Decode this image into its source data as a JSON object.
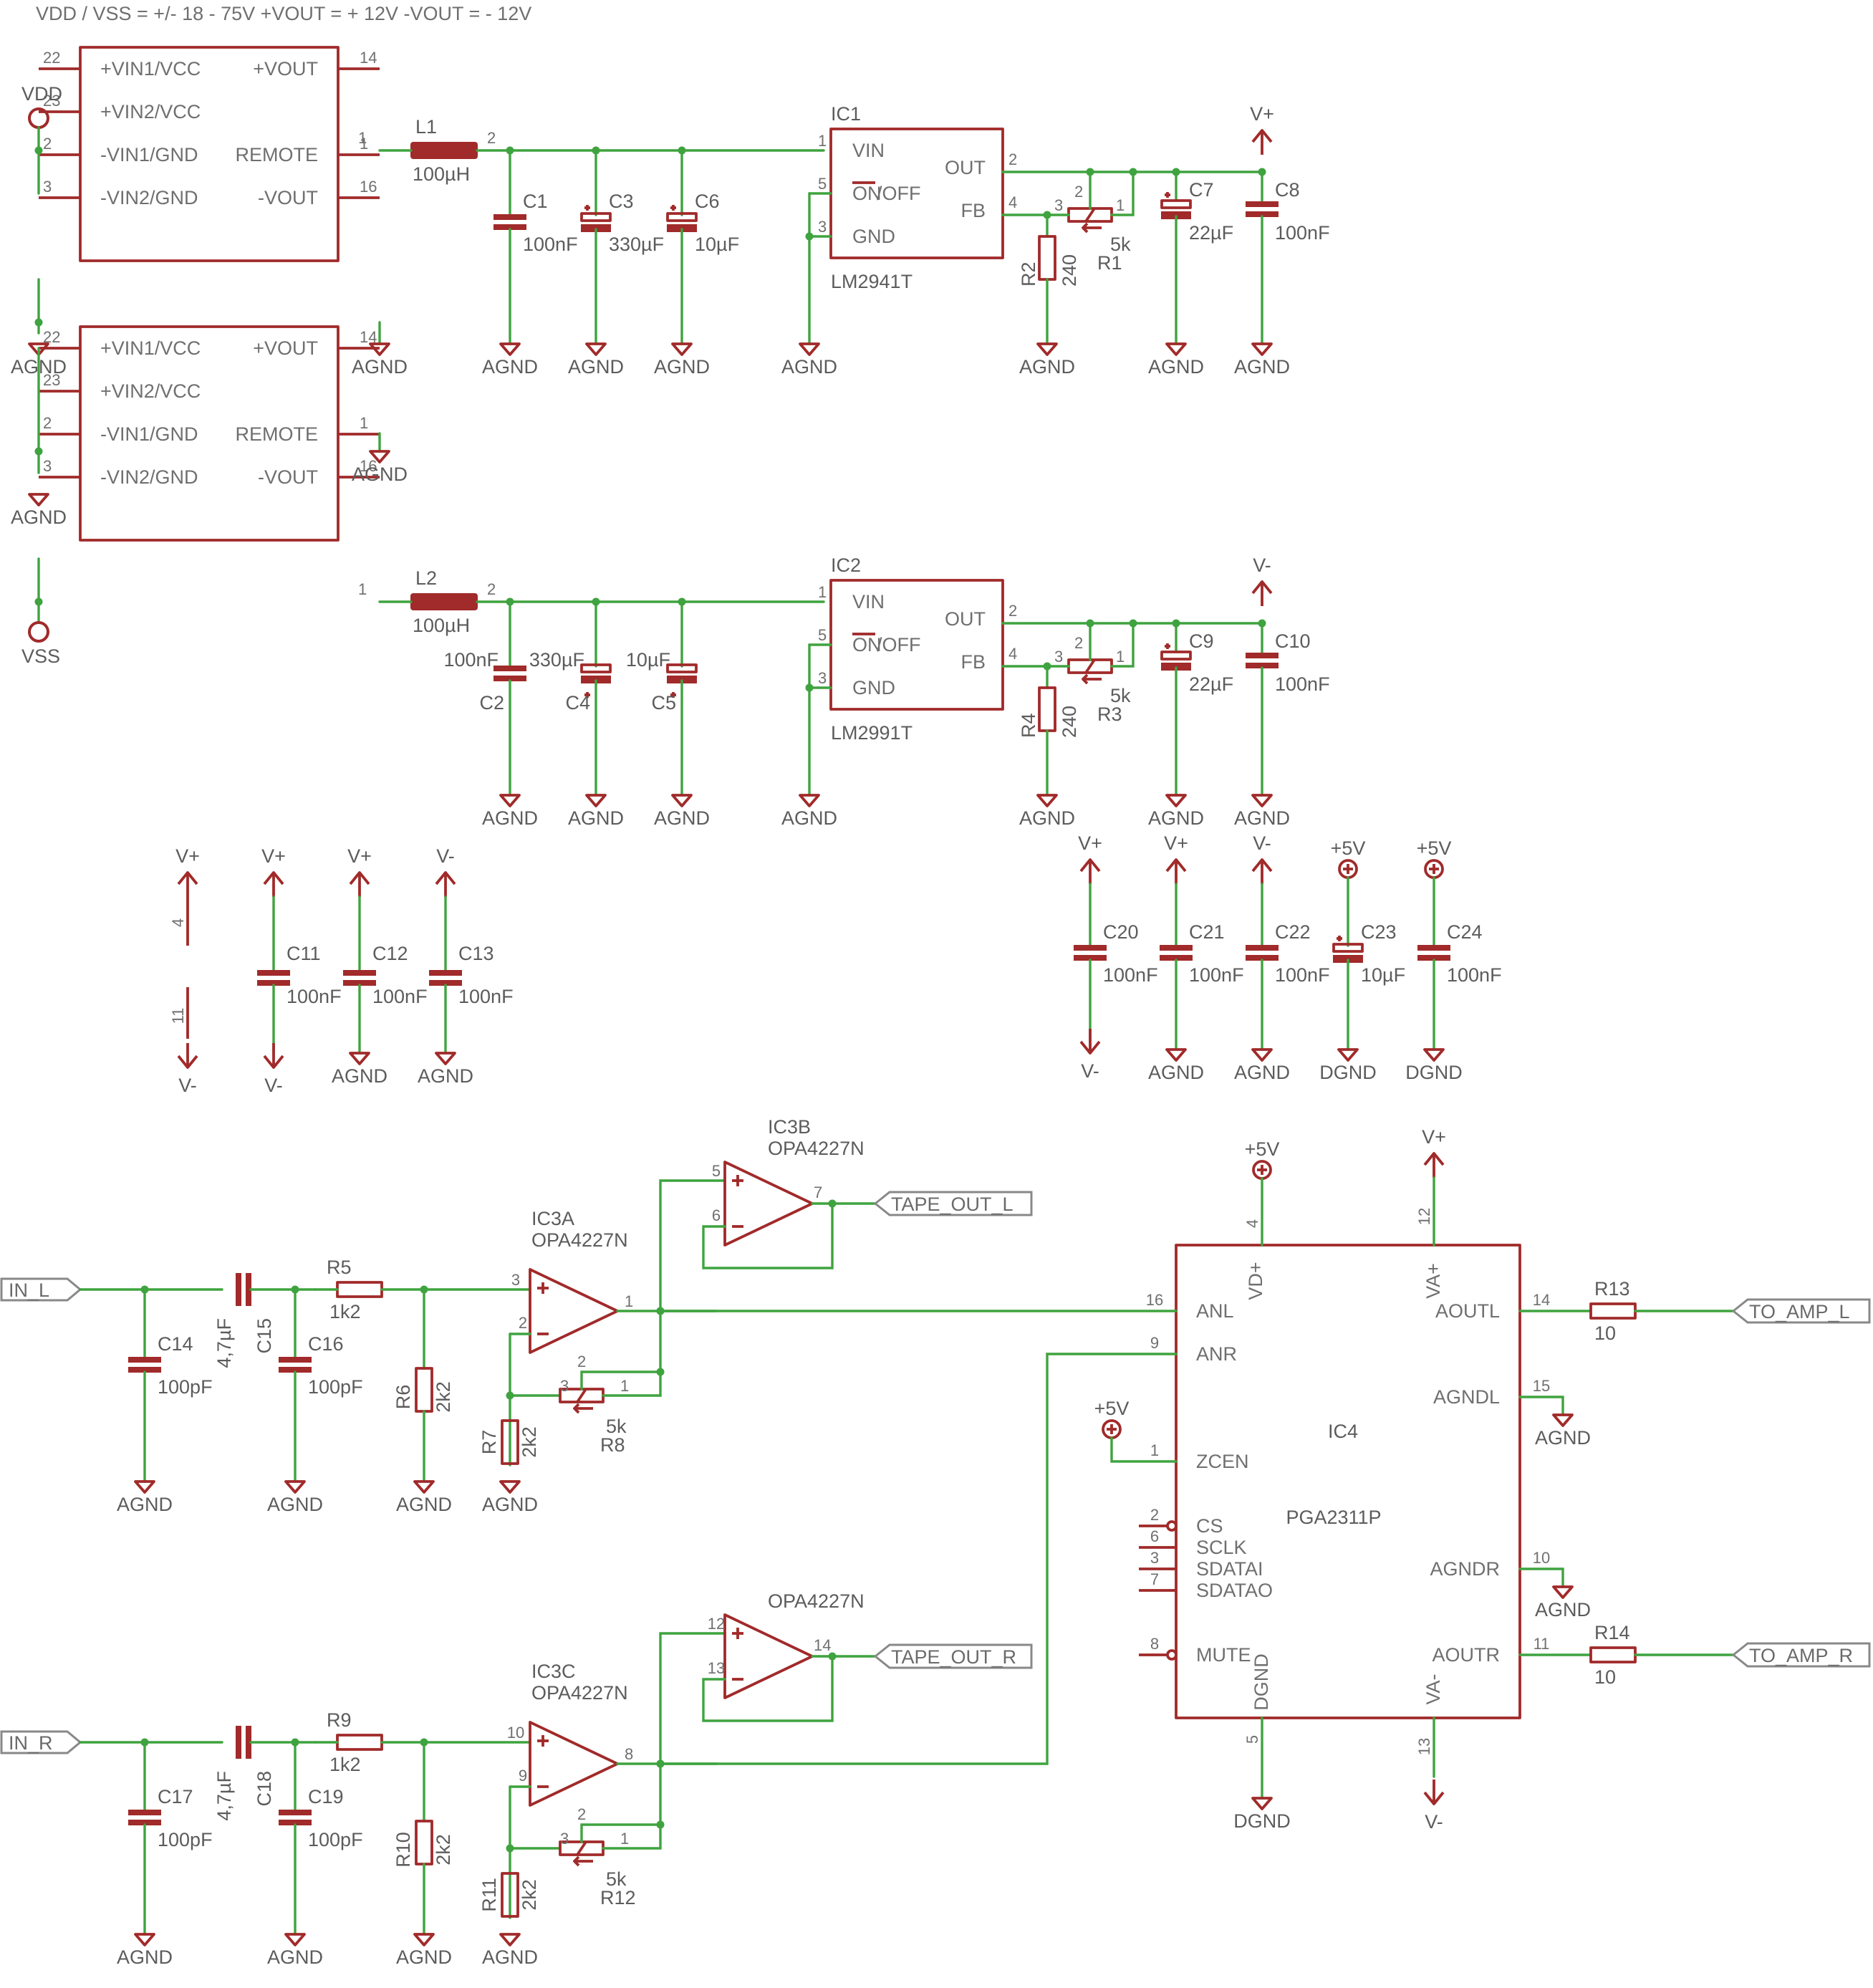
{
  "header": {
    "spec": "VDD / VSS = +/- 18 - 75V     +VOUT = + 12V     -VOUT = - 12V"
  },
  "dcdc1": {
    "input_port": "VDD",
    "pins_left": [
      "+VIN1/VCC",
      "+VIN2/VCC",
      "-VIN1/GND",
      "-VIN2/GND"
    ],
    "pin_nums_left": [
      "22",
      "23",
      "2",
      "3"
    ],
    "pins_right": [
      "+VOUT",
      "REMOTE",
      "-VOUT"
    ],
    "pin_nums_right": [
      "14",
      "1",
      "16"
    ]
  },
  "dcdc2": {
    "input_port": "VSS",
    "pins_left": [
      "+VIN1/VCC",
      "+VIN2/VCC",
      "-VIN1/GND",
      "-VIN2/GND"
    ],
    "pin_nums_left": [
      "22",
      "23",
      "2",
      "3"
    ],
    "pins_right": [
      "+VOUT",
      "REMOTE",
      "-VOUT"
    ],
    "pin_nums_right": [
      "14",
      "1",
      "16"
    ]
  },
  "pos_reg": {
    "inductor": {
      "name": "L1",
      "value": "100µH",
      "pin1": "1",
      "pin2": "2"
    },
    "caps_in": [
      {
        "name": "C1",
        "value": "100nF"
      },
      {
        "name": "C3",
        "value": "330µF"
      },
      {
        "name": "C6",
        "value": "10µF"
      }
    ],
    "ic": {
      "name": "IC1",
      "part": "LM2941T",
      "vin": "VIN",
      "onoff": "ON",
      "onoff_rest": "/OFF",
      "gnd": "GND",
      "out": "OUT",
      "fb": "FB",
      "pins": [
        "1",
        "5",
        "3",
        "2",
        "4"
      ]
    },
    "r_fixed": {
      "name": "R2",
      "value": "240"
    },
    "r_trim": {
      "name": "R1",
      "value": "5k",
      "pins": [
        "3",
        "2",
        "1"
      ]
    },
    "caps_out": [
      {
        "name": "C7",
        "value": "22µF"
      },
      {
        "name": "C8",
        "value": "100nF"
      }
    ],
    "rail": "V+"
  },
  "neg_reg": {
    "inductor": {
      "name": "L2",
      "value": "100µH",
      "pin1": "1",
      "pin2": "2"
    },
    "caps_in": [
      {
        "name": "C2",
        "value": "100nF"
      },
      {
        "name": "C4",
        "value": "330µF"
      },
      {
        "name": "C5",
        "value": "10µF"
      }
    ],
    "ic": {
      "name": "IC2",
      "part": "LM2991T",
      "vin": "VIN",
      "onoff": "ON",
      "onoff_rest": "/OFF",
      "gnd": "GND",
      "out": "OUT",
      "fb": "FB",
      "pins": [
        "1",
        "5",
        "3",
        "2",
        "4"
      ]
    },
    "r_fixed": {
      "name": "R4",
      "value": "240"
    },
    "r_trim": {
      "name": "R3",
      "value": "5k",
      "pins": [
        "3",
        "2",
        "1"
      ]
    },
    "caps_out": [
      {
        "name": "C9",
        "value": "22µF"
      },
      {
        "name": "C10",
        "value": "100nF"
      }
    ],
    "rail": "V-"
  },
  "decoupling_left": {
    "supply": {
      "top": "V+",
      "bottom": "V-",
      "pin_top": "4",
      "pin_bottom": "11"
    },
    "caps": [
      {
        "name": "C11",
        "value": "100nF",
        "top": "V+",
        "bottom": "V-"
      },
      {
        "name": "C12",
        "value": "100nF",
        "top": "V+",
        "bottom": "AGND"
      },
      {
        "name": "C13",
        "value": "100nF",
        "top": "V-",
        "bottom": "AGND"
      }
    ]
  },
  "decoupling_right": [
    {
      "name": "C20",
      "value": "100nF",
      "top": "V+",
      "bottom": "V-"
    },
    {
      "name": "C21",
      "value": "100nF",
      "top": "V+",
      "bottom": "AGND"
    },
    {
      "name": "C22",
      "value": "100nF",
      "top": "V-",
      "bottom": "AGND"
    },
    {
      "name": "C23",
      "value": "10µF",
      "top": "+5V",
      "bottom": "DGND"
    },
    {
      "name": "C24",
      "value": "100nF",
      "top": "+5V",
      "bottom": "DGND"
    }
  ],
  "ch_left": {
    "in": "IN_L",
    "c_shunt1": {
      "name": "C14",
      "value": "100pF"
    },
    "c_series": {
      "name": "C15",
      "value": "4,7µF"
    },
    "c_shunt2": {
      "name": "C16",
      "value": "100pF"
    },
    "r_series": {
      "name": "R5",
      "value": "1k2"
    },
    "r_shunt": {
      "name": "R6",
      "value": "2k2"
    },
    "r_gnd": {
      "name": "R7",
      "value": "2k2"
    },
    "r_trim": {
      "name": "R8",
      "value": "5k",
      "pins": [
        "3",
        "2",
        "1"
      ]
    },
    "amp": {
      "name": "IC3A",
      "part": "OPA4227N",
      "pin_plus": "3",
      "pin_minus": "2",
      "pin_out": "1"
    },
    "buffer": {
      "name": "IC3B",
      "part": "OPA4227N",
      "pin_plus": "5",
      "pin_minus": "6",
      "pin_out": "7"
    },
    "tape_out": "TAPE_OUT_L"
  },
  "ch_right": {
    "in": "IN_R",
    "c_shunt1": {
      "name": "C17",
      "value": "100pF"
    },
    "c_series": {
      "name": "C18",
      "value": "4,7µF"
    },
    "c_shunt2": {
      "name": "C19",
      "value": "100pF"
    },
    "r_series": {
      "name": "R9",
      "value": "1k2"
    },
    "r_shunt": {
      "name": "R10",
      "value": "2k2"
    },
    "r_gnd": {
      "name": "R11",
      "value": "2k2"
    },
    "r_trim": {
      "name": "R12",
      "value": "5k",
      "pins": [
        "3",
        "2",
        "1"
      ]
    },
    "amp": {
      "name": "IC3C",
      "part": "OPA4227N",
      "pin_plus": "10",
      "pin_minus": "9",
      "pin_out": "8"
    },
    "buffer": {
      "name": "",
      "part": "OPA4227N",
      "pin_plus": "12",
      "pin_minus": "13",
      "pin_out": "14"
    },
    "tape_out": "TAPE_OUT_R"
  },
  "vol_ic": {
    "name": "IC4",
    "part": "PGA2311P",
    "pins_left": [
      {
        "label": "ANL",
        "num": "16"
      },
      {
        "label": "ANR",
        "num": "9"
      },
      {
        "label": "ZCEN",
        "num": "1"
      },
      {
        "label": "CS",
        "num": "2"
      },
      {
        "label": "SCLK",
        "num": "6"
      },
      {
        "label": "SDATAI",
        "num": "3"
      },
      {
        "label": "SDATAO",
        "num": "7"
      },
      {
        "label": "MUTE",
        "num": "8"
      }
    ],
    "pins_right": [
      {
        "label": "AOUTL",
        "num": "14"
      },
      {
        "label": "AGNDL",
        "num": "15"
      },
      {
        "label": "AGNDR",
        "num": "10"
      },
      {
        "label": "AOUTR",
        "num": "11"
      }
    ],
    "pin_top": [
      {
        "label": "VD+",
        "num": "4",
        "rail": "+5V"
      },
      {
        "label": "VA+",
        "num": "12",
        "rail": "V+"
      }
    ],
    "pin_bottom": [
      {
        "label": "DGND",
        "num": "5",
        "rail": "DGND"
      },
      {
        "label": "VA-",
        "num": "13",
        "rail": "V-"
      }
    ],
    "zcen_rail": "+5V",
    "r_out_l": {
      "name": "R13",
      "value": "10"
    },
    "r_out_r": {
      "name": "R14",
      "value": "10"
    },
    "out_l": "TO_AMP_L",
    "out_r": "TO_AMP_R"
  },
  "nets": {
    "agnd": "AGND",
    "dgnd": "DGND",
    "vplus": "V+",
    "vminus": "V-",
    "p5v": "+5V"
  }
}
